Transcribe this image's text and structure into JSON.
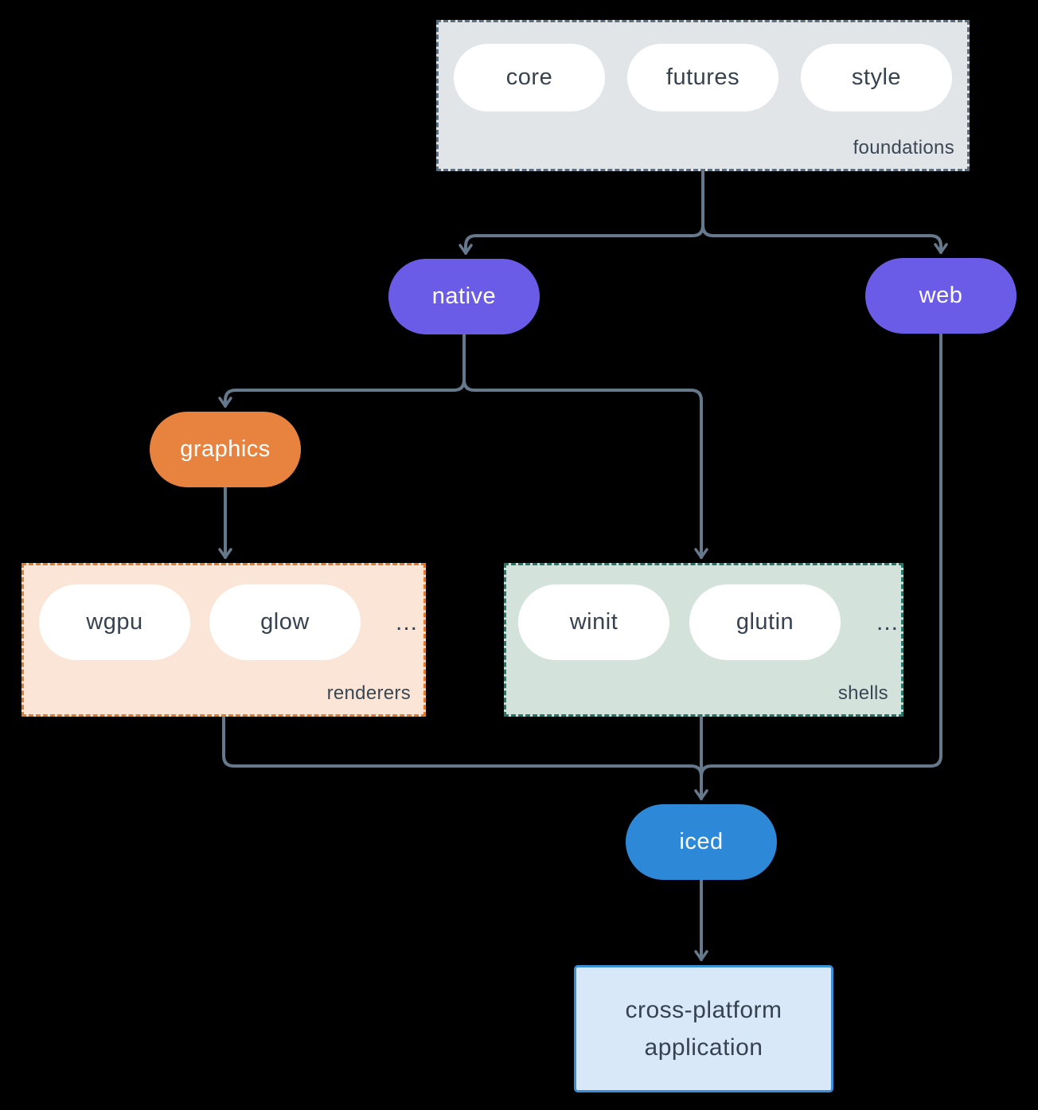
{
  "diagram": {
    "background": "#000000",
    "connector_color": "#66798c",
    "groups": {
      "foundations": {
        "label": "foundations",
        "items": [
          "core",
          "futures",
          "style"
        ],
        "bg": "#e1e5e8",
        "border_color": "#5d6e7e"
      },
      "renderers": {
        "label": "renderers",
        "items": [
          "wgpu",
          "glow"
        ],
        "ellipsis": "...",
        "bg": "#fae5d6",
        "border_color": "#e07d2c"
      },
      "shells": {
        "label": "shells",
        "items": [
          "winit",
          "glutin"
        ],
        "ellipsis": "...",
        "bg": "#d4e2dc",
        "border_color": "#217a69"
      }
    },
    "nodes": {
      "native": {
        "label": "native",
        "color": "#6b5ce8"
      },
      "web": {
        "label": "web",
        "color": "#6b5ce8"
      },
      "graphics": {
        "label": "graphics",
        "color": "#e8833f"
      },
      "iced": {
        "label": "iced",
        "color": "#2d89d8"
      },
      "application": {
        "line1": "cross-platform",
        "line2": "application",
        "bg": "#d9e8f8",
        "border_color": "#3a8fd9"
      }
    }
  }
}
